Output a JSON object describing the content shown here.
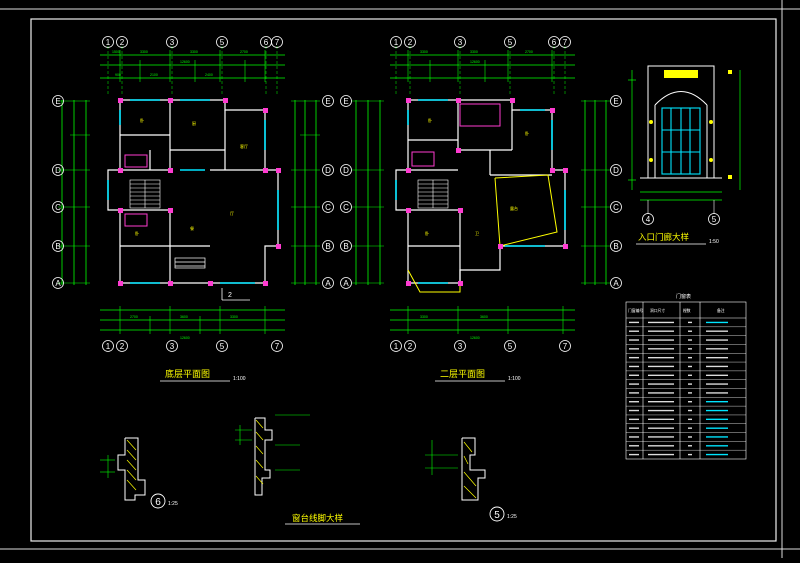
{
  "drawing": {
    "colors": {
      "background": "#000000",
      "border": "#ffffff",
      "dimension": "#00ff00",
      "grid_bubble": "#ffffff",
      "wall": "#ffffff",
      "column": "#ff3bd1",
      "window": "#00e5ff",
      "label": "#ffff00",
      "rail": "#ffff00"
    },
    "plan_ground": {
      "title": "底层平面图",
      "scale": "1:100",
      "axes_top": [
        "1",
        "2",
        "3",
        "5",
        "6",
        "7"
      ],
      "axes_bottom": [
        "1",
        "2",
        "3",
        "5",
        "7"
      ],
      "axes_left": [
        "E",
        "D",
        "C",
        "B",
        "A"
      ],
      "axes_right": [
        "E",
        "D",
        "C",
        "B",
        "A"
      ],
      "section_mark": "2"
    },
    "plan_second": {
      "title": "二层平面图",
      "scale": "1:100",
      "axes_top": [
        "1",
        "2",
        "3",
        "5",
        "6",
        "7"
      ],
      "axes_bottom": [
        "1",
        "2",
        "3",
        "5",
        "7"
      ],
      "axes_left": [
        "E",
        "D",
        "C",
        "B",
        "A"
      ],
      "axes_right": [
        "E",
        "D",
        "C",
        "B",
        "A"
      ]
    },
    "entrance_detail": {
      "title": "入口门廊大样",
      "scale": "1:50",
      "axes": [
        "4",
        "5"
      ]
    },
    "door_window_table": {
      "title": "门窗表",
      "headers": [
        "门窗编号",
        "洞口尺寸",
        "樘数",
        "备注"
      ],
      "row_count": 16
    },
    "details": [
      {
        "id": "6",
        "scale": "1:25"
      },
      {
        "id": "5",
        "scale": "1:25"
      }
    ],
    "cornice_title": "窗台线脚大样"
  }
}
